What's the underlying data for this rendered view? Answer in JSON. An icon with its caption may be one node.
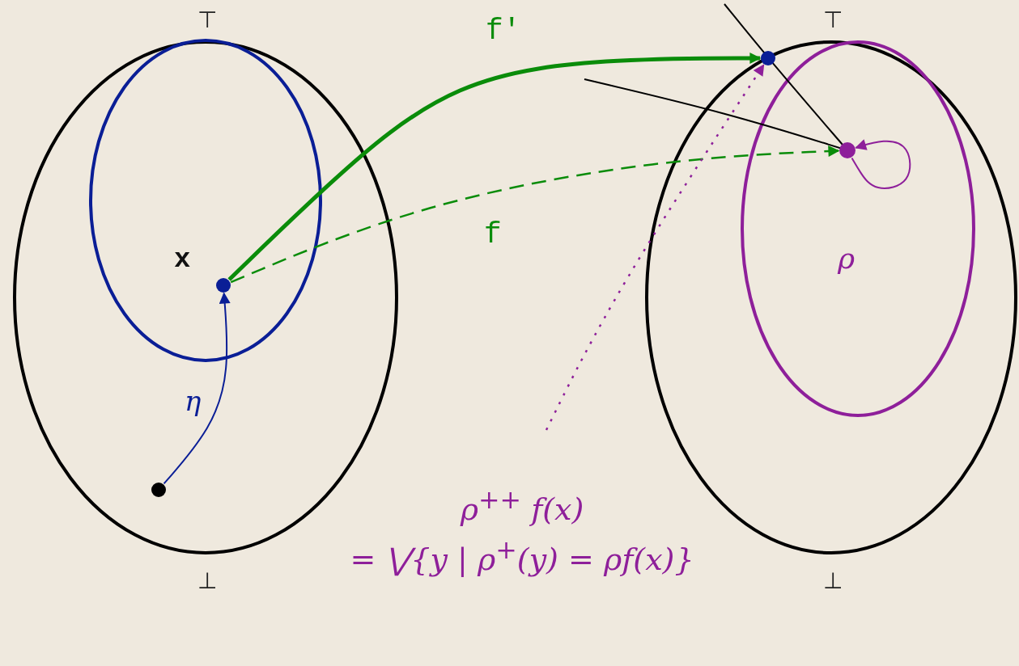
{
  "diagram": {
    "nodes": [
      {
        "text": [],
        "shape": "ellipse",
        "beside": [
          "⊤",
          "⊥"
        ]
      },
      {
        "text": [],
        "shape": "ellipse",
        "in": 0
      },
      {
        "text": [],
        "shape": "circle",
        "in": 1,
        "beside": [
          "x"
        ]
      },
      {
        "text": [],
        "shape": "circle",
        "in": 0
      },
      {
        "text": [],
        "shape": "ellipse",
        "beside": [
          "⊤",
          "⊥"
        ]
      },
      {
        "text": [
          "ρ"
        ],
        "in": 4
      },
      {
        "text": [],
        "shape": "circle",
        "in": 4
      },
      {
        "text": [],
        "shape": "circle",
        "in": 5
      },
      {
        "text": [
          "ρ$^{++}$ f(x)",
          "= ⋁{y | ρ$^{+}$(y) = ρf(x)}"
        ]
      }
    ],
    "edges": [
      {
        "from": 2,
        "to": 6,
        "arrow": "to",
        "label": "f'",
        "style": "thick",
        "color": "#0a8c0a"
      },
      {
        "from": 2,
        "to": 7,
        "arrow": "to",
        "label": "f",
        "style": "dashed",
        "color": "#0a8c0a"
      },
      {
        "from": 3,
        "to": 2,
        "arrow": "to",
        "label": "η",
        "color": "#0a1e96"
      },
      {
        "from": 7,
        "to": 7,
        "arrow": "to",
        "color": "#8e1f9a"
      },
      {
        "from": 8,
        "to": 6,
        "arrow": "to",
        "style": "dashed",
        "color": "#8e1f9a"
      },
      {
        "from": null,
        "to": 7,
        "arrow": "none",
        "color": "#000000"
      },
      {
        "from": null,
        "to": 7,
        "arrow": "none",
        "color": "#000000"
      }
    ]
  }
}
